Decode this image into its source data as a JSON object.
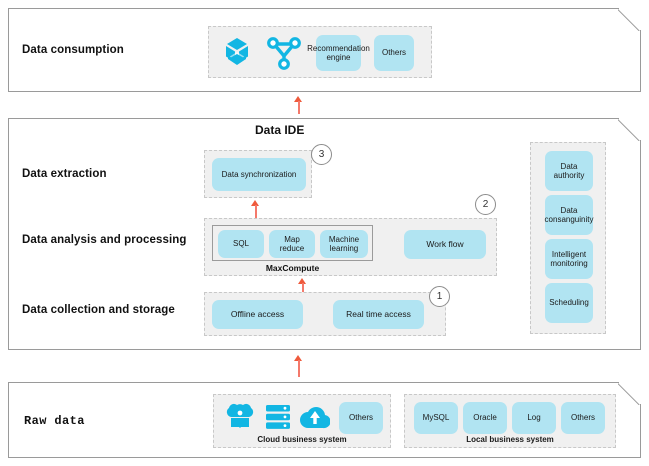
{
  "diagram": {
    "title_center": "Data IDE",
    "accent_tile": "#b1e4f2",
    "accent_icon": "#12b6e3",
    "arrow_color": "#ef5a3c",
    "group_bg": "#f0f0f0",
    "panel_border": "#9a9a9a"
  },
  "panels": [
    {
      "label": "Data consumption"
    },
    {
      "label_extraction": "Data extraction",
      "label_analysis": "Data analysis and processing",
      "label_collection": "Data collection and storage"
    },
    {
      "label": "Raw data"
    }
  ],
  "consumption": {
    "icons": [
      {
        "name": "data-cube-icon"
      },
      {
        "name": "graph-network-icon"
      }
    ],
    "tiles": [
      {
        "label": "Recommendation engine"
      },
      {
        "label": "Others"
      }
    ]
  },
  "extraction": {
    "tiles": [
      {
        "label": "Data synchronization"
      }
    ]
  },
  "analysis": {
    "maxcompute": {
      "caption": "MaxCompute",
      "tiles": [
        {
          "label": "SQL"
        },
        {
          "label": "Map reduce"
        },
        {
          "label": "Machine learning"
        }
      ]
    },
    "tiles": [
      {
        "label": "Work flow"
      }
    ]
  },
  "collection": {
    "tiles": [
      {
        "label": "Offline access"
      },
      {
        "label": "Real time access"
      }
    ]
  },
  "governance": {
    "tiles": [
      {
        "label": "Data authority"
      },
      {
        "label": "Data consanguinity"
      },
      {
        "label": "Intelligent monitoring"
      },
      {
        "label": "Scheduling"
      }
    ]
  },
  "raw_data": {
    "cloud_group": {
      "caption": "Cloud business system",
      "icons": [
        {
          "name": "cluster-icon"
        },
        {
          "name": "database-stack-icon"
        },
        {
          "name": "cloud-upload-icon"
        }
      ],
      "tiles": [
        {
          "label": "Others"
        }
      ]
    },
    "local_group": {
      "caption": "Local business system",
      "tiles": [
        {
          "label": "MySQL"
        },
        {
          "label": "Oracle"
        },
        {
          "label": "Log"
        },
        {
          "label": "Others"
        }
      ]
    }
  },
  "markers": [
    {
      "label": "1"
    },
    {
      "label": "2"
    },
    {
      "label": "3"
    }
  ]
}
